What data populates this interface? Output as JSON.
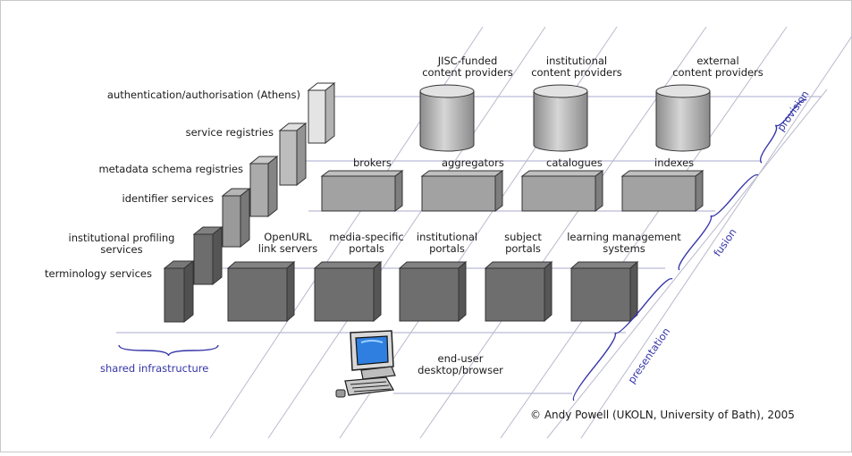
{
  "diagram": {
    "layers": {
      "provision": "provision",
      "fusion": "fusion",
      "presentation": "presentation",
      "shared": "shared infrastructure"
    },
    "providers": [
      {
        "line1": "JISC-funded",
        "line2": "content providers"
      },
      {
        "line1": "institutional",
        "line2": "content providers"
      },
      {
        "line1": "external",
        "line2": "content providers"
      }
    ],
    "fusion_services": [
      "brokers",
      "aggregators",
      "catalogues",
      "indexes"
    ],
    "presentation_services": [
      {
        "line1": "OpenURL",
        "line2": "link servers"
      },
      {
        "line1": "media-specific",
        "line2": "portals"
      },
      {
        "line1": "institutional",
        "line2": "portals"
      },
      {
        "line1": "subject",
        "line2": "portals"
      },
      {
        "line1": "learning management",
        "line2": "systems"
      }
    ],
    "shared_services": [
      {
        "line1": "authentication/authorisation (Athens)",
        "line2": ""
      },
      {
        "line1": "service registries",
        "line2": ""
      },
      {
        "line1": "metadata schema registries",
        "line2": ""
      },
      {
        "line1": "identifier services",
        "line2": ""
      },
      {
        "line1": "institutional profiling",
        "line2": "services"
      },
      {
        "line1": "terminology services",
        "line2": ""
      }
    ],
    "end_user": {
      "line1": "end-user",
      "line2": "desktop/browser"
    },
    "credit": "© Andy Powell (UKOLN, University of Bath), 2005"
  },
  "colors": {
    "plane_line": "#a9a9cf",
    "diag_line": "#b9b9cd",
    "brace": "#3535a8",
    "dark_box": "#6e6e6e",
    "mid_box": "#a2a2a2",
    "light_box": "#d8d8d8"
  }
}
